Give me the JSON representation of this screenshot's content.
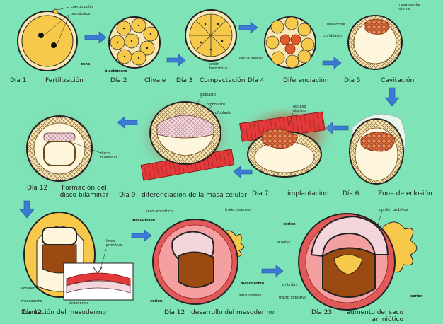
{
  "colors": {
    "background": "#7fe3b8",
    "yolk": "#f6c94a",
    "cell": "#f9e8b5",
    "inner_mass": "#e07a3a",
    "tissue_red": "#d93a3a",
    "arrow": "#3b7bd6",
    "mesoderm_brown": "#9b4a12",
    "amnion_pink": "#f0b0c0"
  },
  "stages": [
    {
      "day": "Día 1",
      "name": "Fertilización"
    },
    {
      "day": "Día 2",
      "name": "Clivaje"
    },
    {
      "day": "Día 3",
      "name": "Compactación"
    },
    {
      "day": "Día 4",
      "name": "Diferenciación"
    },
    {
      "day": "Día 5",
      "name": "Cavitación"
    },
    {
      "day": "Día 6",
      "name": "Zona de eclosión"
    },
    {
      "day": "Día 7",
      "name": "implantación"
    },
    {
      "day": "Día 9",
      "name": "diferenciación de la masa celular"
    },
    {
      "day": "Día 12",
      "name": "Formación del disco bilaminar"
    },
    {
      "day": "Día 12",
      "name": "formación del mesodermo"
    },
    {
      "day": "Día 12",
      "name": "desarrollo del mesodermo"
    },
    {
      "day": "Día 23",
      "name": "aumento del saco amniótico"
    }
  ],
  "labels": {
    "cuerpo_polar": "cuerpo polar",
    "pronucleos": "pronúcleos",
    "zona": "zona",
    "blastomero": "blastómero",
    "union_hermetica": "unión hermética",
    "celula_interna": "célula interna",
    "blastocele": "blastocele",
    "trofoblasto": "trofoblasto",
    "masa_celular_interna": "masa celular interna",
    "epiblasto": "epiblasto",
    "hipoblasto": "hipoblasto",
    "trofoblasto2": "trofoblasto",
    "epitelio_uterino": "epitelio uterino",
    "disco_bilaminar": "disco bilaminar",
    "linea_primitiva": "línea primitiva",
    "ectodermo": "ectodermo",
    "mesodermo": "mesodermo",
    "entodermo": "entodermo",
    "saco_amniotico": "saco amniótico",
    "trofectodermo": "trofectodermo",
    "mesodermo2": "mesodermo",
    "saco_vitelino": "saco vitelino",
    "corion": "corion",
    "corion2": "corion",
    "cordon_umbilical": "cordón umbilical",
    "amnios": "amnios",
    "embrion": "embrión",
    "tracto_digestivo": "tracto digestivo",
    "mesodermo3": "mesodermo",
    "corion3": "corion"
  }
}
